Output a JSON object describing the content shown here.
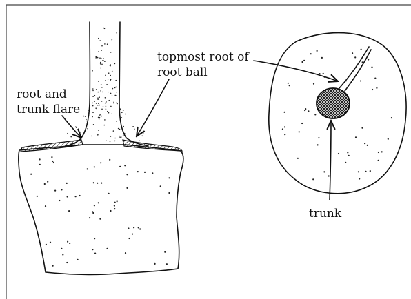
{
  "labels": {
    "root_flare_line1": "root and",
    "root_flare_line2": "trunk flare",
    "topmost_line1": "topmost root of",
    "topmost_line2": "root ball",
    "trunk": "trunk"
  }
}
